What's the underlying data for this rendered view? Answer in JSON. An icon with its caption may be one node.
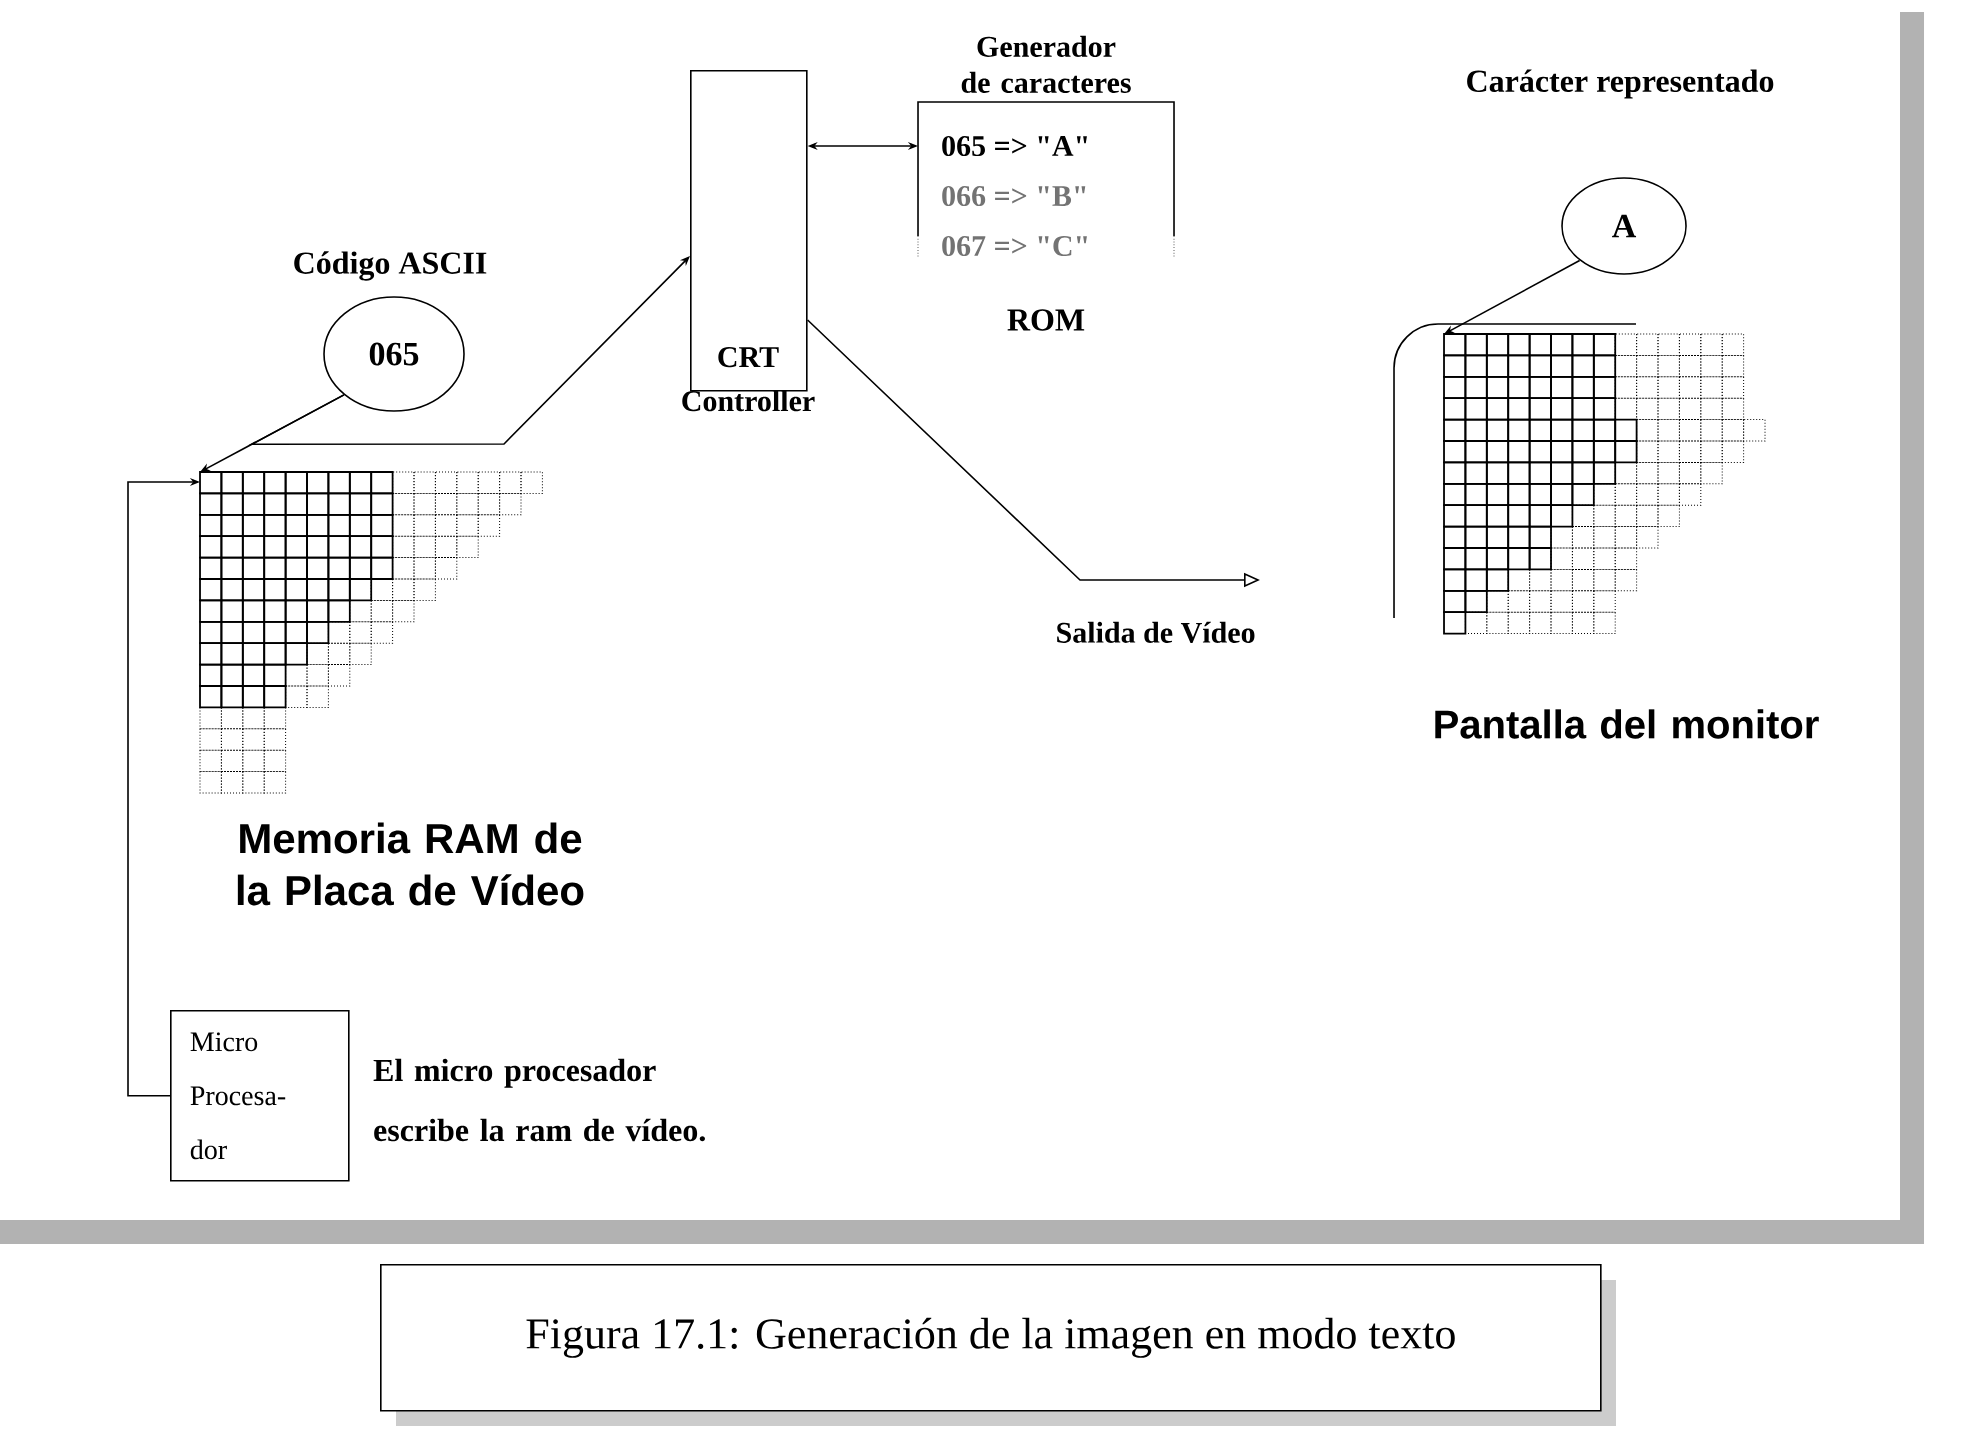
{
  "diagram": {
    "caption": "Figura 17.1: Generación de la imagen en modo texto",
    "nodes": [
      {
        "text": [],
        "shape": "picture",
        "beside": [
          "Memoria RAM de la Placa de Vídeo"
        ]
      },
      {
        "text": [
          "Código ASCII",
          "065"
        ]
      },
      {
        "text": [
          "CRT Controller"
        ]
      },
      {
        "text": [
          "Generador de caracteres",
          "065 => \"A\"",
          "066 => \"B\"",
          "067 => \"C\"",
          "ROM"
        ]
      },
      {
        "text": [
          "Carácter representado",
          "A"
        ]
      },
      {
        "text": [],
        "shape": "picture",
        "beside": [
          "Pantalla del monitor"
        ]
      },
      {
        "text": [
          "Salida de Vídeo"
        ]
      },
      {
        "text": [
          "Micro Procesa- dor"
        ],
        "beside": [
          "El micro procesador escribe la ram de vídeo."
        ]
      }
    ],
    "edges": [
      {
        "from": 7,
        "to": 0,
        "arrow": "to"
      },
      {
        "from": 1,
        "to": 0,
        "arrow": "to"
      },
      {
        "from": 1,
        "to": 2,
        "arrow": "to"
      },
      {
        "from": 2,
        "to": 3,
        "arrow": "both"
      },
      {
        "from": 2,
        "to": 6,
        "arrow": "to"
      },
      {
        "from": 4,
        "to": 5,
        "arrow": "to"
      }
    ]
  }
}
